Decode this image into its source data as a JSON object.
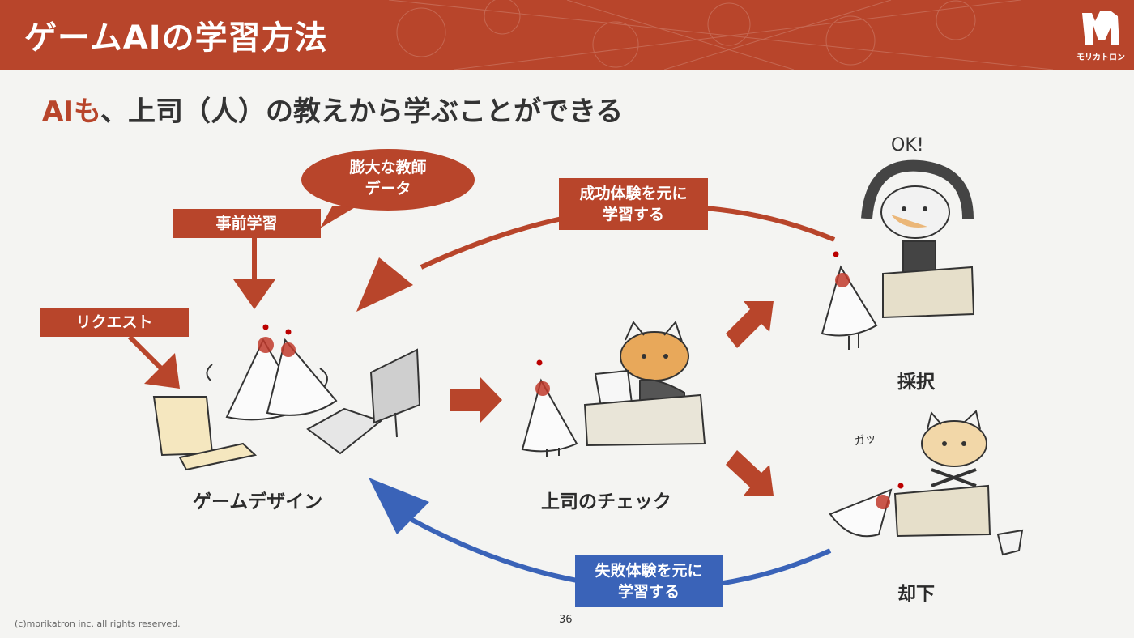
{
  "header": {
    "title": "ゲームAIの学習方法",
    "logo_text": "モリカトロン"
  },
  "subtitle": {
    "accent": "AIも",
    "rest": "、上司（人）の教えから学ぶことができる"
  },
  "labels": {
    "pretraining": "事前学習",
    "teacher_data": [
      "膨大な教師",
      "データ"
    ],
    "request": "リクエスト",
    "success": [
      "成功体験を元に",
      "学習する"
    ],
    "failure": [
      "失敗体験を元に",
      "学習する"
    ]
  },
  "captions": {
    "game_design": "ゲームデザイン",
    "boss_check": "上司のチェック",
    "adopt": "採択",
    "reject": "却下"
  },
  "sketch_text": {
    "ok": "OK!"
  },
  "footer": {
    "copyright": "(c)morikatron inc. all rights reserved.",
    "page": "36"
  },
  "colors": {
    "accent_red": "#b8452b",
    "accent_blue": "#3a63b8",
    "background": "#f4f4f2"
  },
  "icons": [
    "morikatron-logo-icon",
    "ai-character-icon",
    "cat-boss-icon",
    "computer-icon",
    "desk-icon",
    "document-icon",
    "arrow-icon"
  ]
}
